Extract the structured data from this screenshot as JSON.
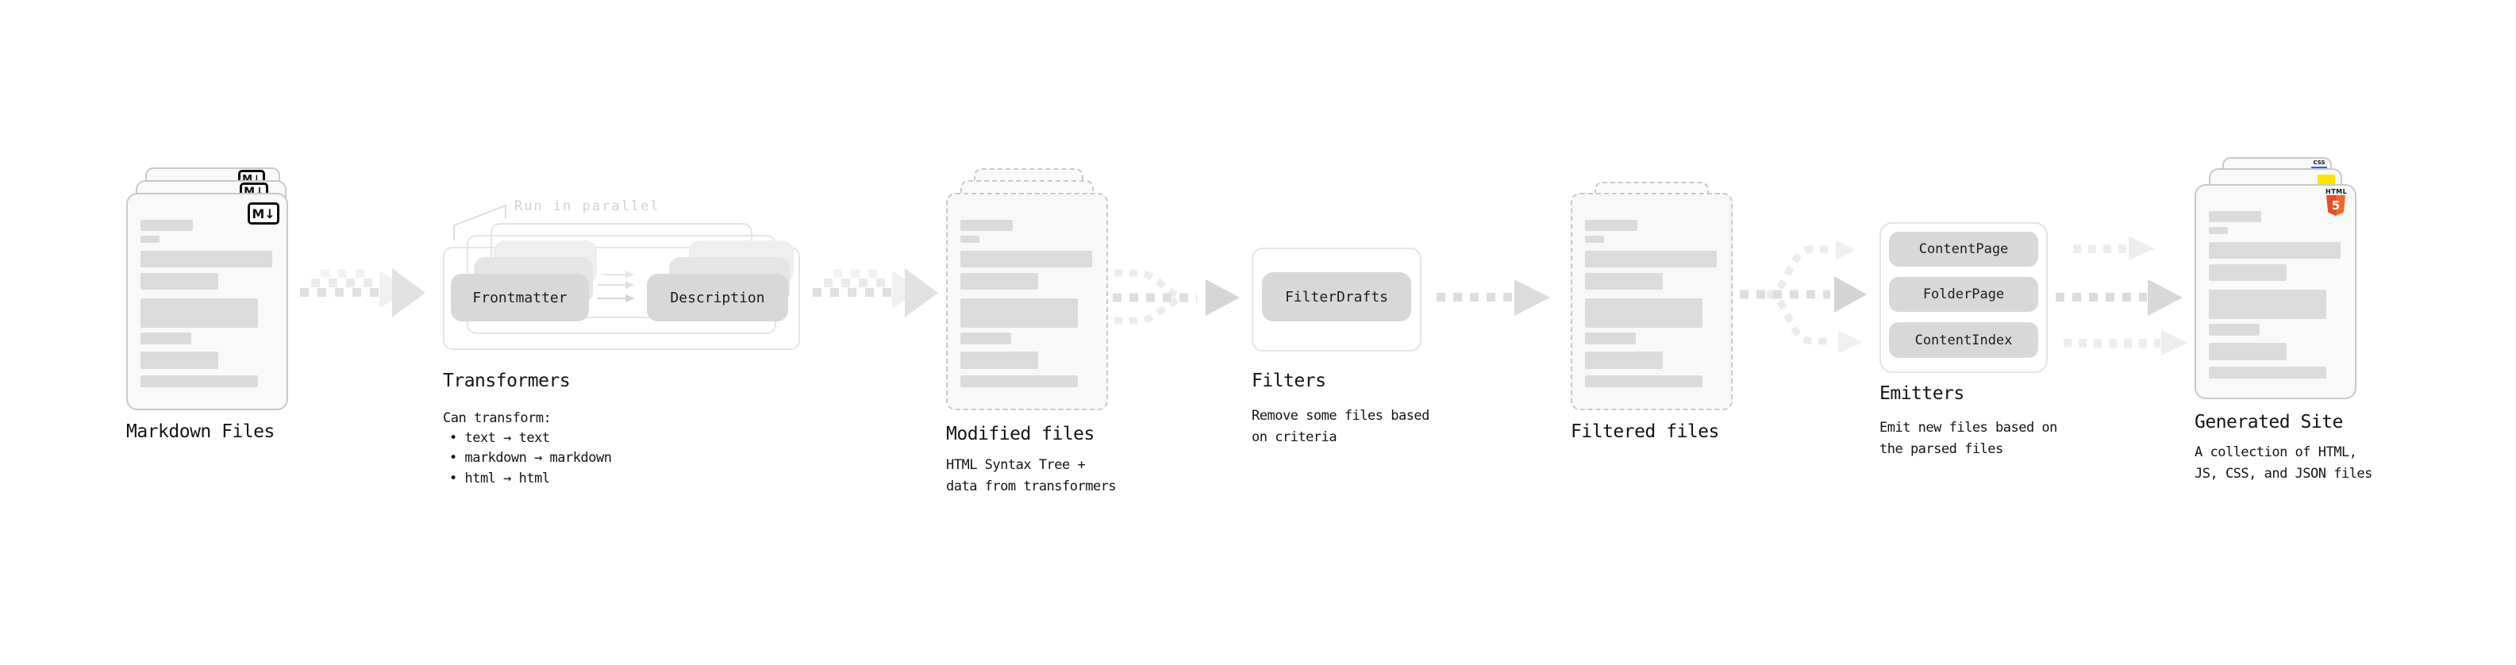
{
  "stages": {
    "markdown_files": {
      "label": "Markdown Files",
      "badge": "M↓"
    },
    "transformers": {
      "annotation": "Run in parallel",
      "pills": [
        "Frontmatter",
        "Description"
      ],
      "heading": "Transformers",
      "description": "Can transform:",
      "bullets": [
        "• text → text",
        "• markdown → markdown",
        "• html → html"
      ]
    },
    "modified_files": {
      "heading": "Modified files",
      "description": [
        "HTML Syntax Tree +",
        "data from transformers"
      ]
    },
    "filters": {
      "pill": "FilterDrafts",
      "heading": "Filters",
      "description": [
        "Remove some files based",
        "on criteria"
      ]
    },
    "filtered_files": {
      "heading": "Filtered files"
    },
    "emitters": {
      "pills": [
        "ContentPage",
        "FolderPage",
        "ContentIndex"
      ],
      "heading": "Emitters",
      "description": [
        "Emit new files based on",
        "the parsed files"
      ]
    },
    "generated_site": {
      "heading": "Generated Site",
      "description": [
        "A collection of HTML,",
        "JS, CSS, and JSON files"
      ],
      "badges": {
        "html_label": "HTML",
        "html_number": "5",
        "css_label": "CSS"
      }
    }
  },
  "colors": {
    "html_orange": "#e44d26",
    "html_orange_light": "#f16529",
    "js_yellow": "#ffe400",
    "css_blue": "#2862e9",
    "arrow_gray": "#dcdcdc",
    "pill_gray": "#d8d8d8"
  }
}
